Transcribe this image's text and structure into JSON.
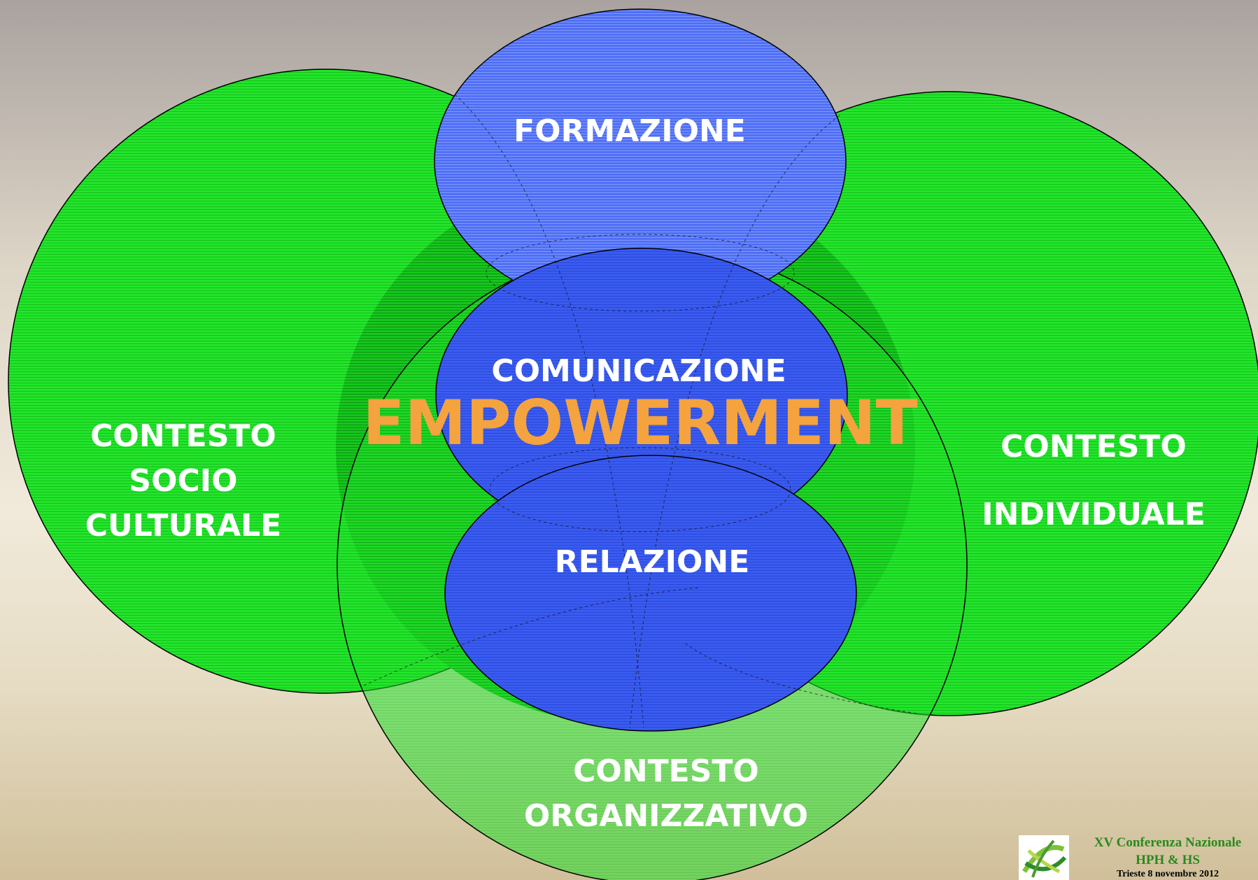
{
  "diagram": {
    "labels": {
      "formazione": "FORMAZIONE",
      "comunicazione": "COMUNICAZIONE",
      "empowerment": "EMPOWERMENT",
      "relazione": "RELAZIONE",
      "socio_culturale": [
        "CONTESTO",
        "SOCIO",
        "CULTURALE"
      ],
      "individuale": [
        "CONTESTO",
        "INDIVIDUALE"
      ],
      "organizzativo": [
        "CONTESTO",
        "ORGANIZZATIVO"
      ]
    },
    "colors": {
      "green": "#22e52a",
      "blue": "#3a5cf0",
      "highlight": "#f4a33f",
      "text": "#ffffff"
    }
  },
  "footer": {
    "line1": "XV Conferenza Nazionale",
    "line2": "HPH & HS",
    "line3": "Trieste 8 novembre 2012",
    "logo_icon": "hph-spiral-logo-icon"
  }
}
